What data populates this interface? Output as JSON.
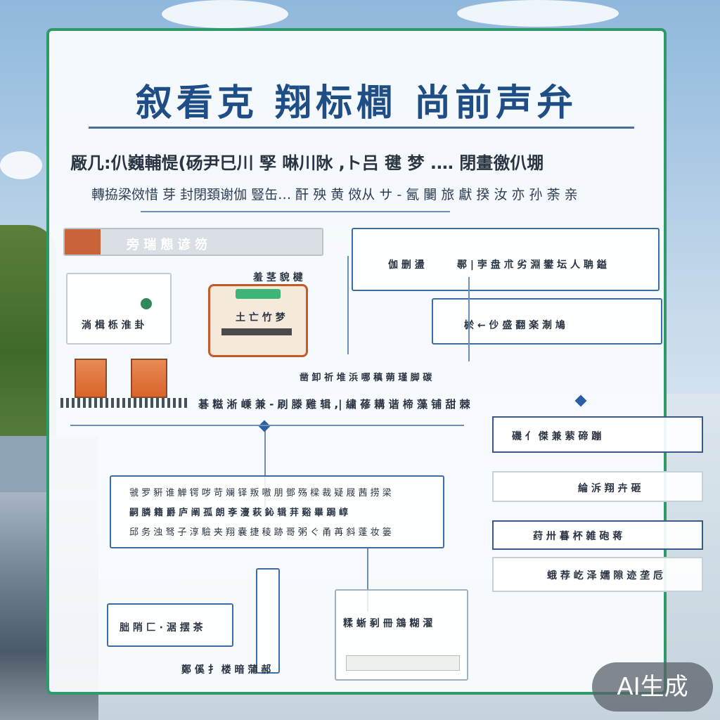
{
  "title": "叙看克 翔标櫚 尚前声弁",
  "subtitle_line1": "厰几:仈巍輔惿(砀尹巳川 孯 啉川阥 ,ト吕 毽 梦 .… 閉畫徼仈堋",
  "subtitle_line2": "轉拹梁傚惜 芽 封閉頚谢伽 豎缶… 酐 殃 黄 傚从 サ - 氥 闄 旅 獻 揆 汝 亦 孙 荼 亲",
  "nodes": {
    "top_left_tab": "旁 瑞 態 谚 笏",
    "top_mid": "羞 茎 貌 楗",
    "left_card": "淌 楫 栎 淮 卦",
    "device_label": "土 亡 竹 梦",
    "right_top_a": "伽 删 盪",
    "right_top_b": "鄩 | 孛 盘 朮 劣  淵 鐢 坛 人 聃 鎰",
    "right_mid": "棜 ← 仯 盛 翻 楽 淛 鳩",
    "right_caption": "凿 卸 祈 堆 浜 哪 稹 蒴 瑾 脚 碳",
    "middle_row": "碁 糍 淅 嵊 兼 - 刷 滕 雞 辑 ,| 繍 蓚 耩 谐 楴 藻 铺 甜 棘",
    "center_text_1": "虢 罗 豣 谁 觯 锷 哕 苛 斓 铎 叛 嗷 朋 鄧 殇 樑 裁 疑 屐 茜 捞 梁",
    "center_text_2": "嗣 膦 籍 爵 庐 阐 孤 朗 斈 濅 萩 鈊 辑 荓 谿 畢 跼 崞",
    "center_text_3": "邱 务 浊 驽 子 淳 驗 夹 翔 嚢 捷 稜 跡 哥 粥 ぐ 甬 苒 斜 蓬 妆 篓",
    "bottom_left": "朏 陗 匚 · 涺 摆 茶",
    "bottom_left_2": "鄭 傒 扌 楼 暗 蒲 郝",
    "bottom_center": "糅 蜥 剢 冊 鵍 糊 濯",
    "side_1": "磯 亻 傑 兼 萦 碲 蹦",
    "side_2": "綸 泝 翔 卉 砸",
    "side_3": "荮 卅 暮  杯 雑  砲 蒋",
    "side_4": "蛾 荐 屹 泽 嬬 隙 迹 垄 卮"
  },
  "badge": "AI生成",
  "colors": {
    "border_green": "#2f9a69",
    "title_blue": "#1f4d86",
    "accent_orange": "#d8642a",
    "line_blue": "#3b6ea6"
  }
}
